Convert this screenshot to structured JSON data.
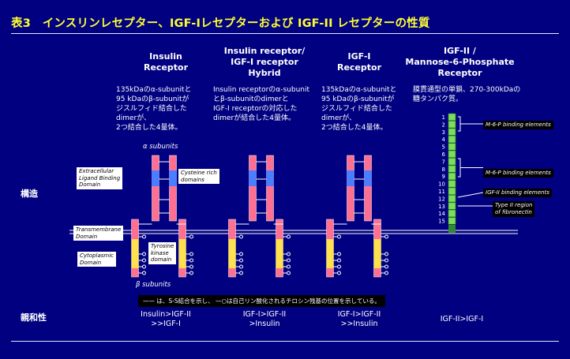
{
  "title": "表3　インスリンレセプター、IGF-Iレセプターおよび IGF-II レセプターの性質",
  "columns": [
    {
      "heading": "Insulin\nReceptor",
      "description": "135kDaのα-subunitと\n95 kDaのβ-subunitが\nジスルフィド結合した\ndimerが、\n2つ結合した4量体。",
      "affinity": "Insulin>IGF-II\n>>IGF-I"
    },
    {
      "heading": "Insulin receptor/\nIGF-I receptor\nHybrid",
      "description": "Insulin receptorのα-subunit\nとβ-subunitのdimerと\nIGF-I receptorの対応した\ndimerが結合した4量体。",
      "affinity": "IGF-I>IGF-II\n>Insulin"
    },
    {
      "heading": "IGF-I\nReceptor",
      "description": "135kDaのα-subunitと\n95 kDaのβ-subunitが\nジスルフィド結合した\ndimerが、\n2つ結合した4量体。",
      "affinity": "IGF-I>IGF-II\n>>Insulin"
    },
    {
      "heading": "IGF-II /\nMannose-6-Phosphate\nReceptor",
      "description": "膜貫通型の単鎖、270-300kDaの\n糖タンパク質。",
      "affinity": "IGF-II>IGF-I"
    }
  ],
  "rows": {
    "structure": "構造",
    "affinity": "親和性"
  },
  "labels": {
    "alpha": "α subunits",
    "beta": "β subunits",
    "extracellular": "Extracellular\nLigand Binding\nDomain",
    "cysteine": "Cysteine rich\ndomains",
    "transmembrane": "Transmembrane\nDomain",
    "tyrosine": "Tyrosine\nkinase\ndomain",
    "cytoplasmic": "Cytoplasmic\nDomain",
    "m6p1": "M-6-P binding elements",
    "m6p2": "M-6-P binding elements",
    "igf2_binding": "IGF-II binding elements",
    "fibronectin": "Type II region\nof fibronectin"
  },
  "repeat_numbers": [
    "1",
    "2",
    "3",
    "4",
    "5",
    "6",
    "7",
    "8",
    "9",
    "10",
    "11",
    "12",
    "13",
    "14",
    "15"
  ],
  "footnote": "—— は、S-S結合を示し、 —○は自己リン酸化されるチロシン残基の位置を示している。",
  "colors": {
    "background": "#000080",
    "title": "#ffff33",
    "alpha_chain": "#ff6f91",
    "cysteine_domain": "#4a7dff",
    "beta_chain": "#ff6f91",
    "kinase_domain": "#ffe14d",
    "membrane": "#ffffff",
    "igf2r_repeat": "#7ddc5a",
    "igf2r_dark": "#2e8b2e"
  }
}
